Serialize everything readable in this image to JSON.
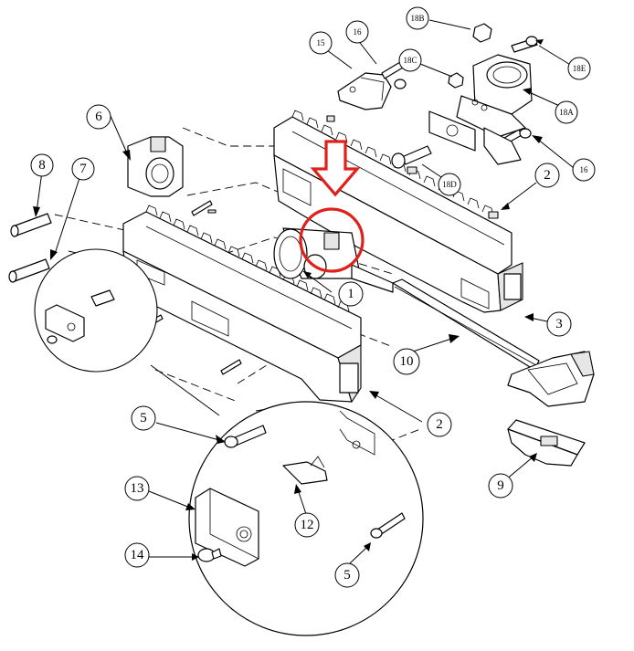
{
  "callouts": {
    "c1": "1",
    "c2a": "2",
    "c2b": "2",
    "c3": "3",
    "c5a": "5",
    "c5b": "5",
    "c6": "6",
    "c7": "7",
    "c8": "8",
    "c9": "9",
    "c10": "10",
    "c12": "12",
    "c13": "13",
    "c14": "14",
    "c15": "15",
    "c16a": "16",
    "c16b": "16",
    "c18a": "18A",
    "c18b": "18B",
    "c18c": "18C",
    "c18d": "18D",
    "c18e": "18E"
  },
  "highlight": {
    "color": "#e0201b",
    "shape": "circle",
    "indicator": "down-arrow"
  },
  "line_color": "#000000",
  "background": "#ffffff"
}
